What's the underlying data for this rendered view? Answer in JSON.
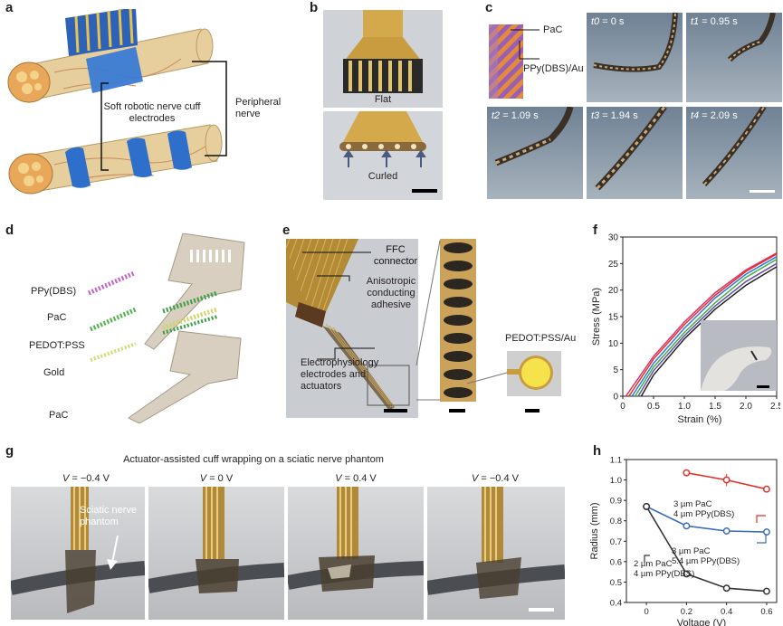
{
  "panels": {
    "a": {
      "letter": "a",
      "electrodes_label": "Soft robotic nerve cuff electrodes",
      "nerve_label": "Peripheral nerve"
    },
    "b": {
      "letter": "b",
      "flat_label": "Flat",
      "curled_label": "Curled"
    },
    "c": {
      "letter": "c",
      "pac_label": "PaC",
      "ppy_label": "PPy(DBS)/Au",
      "frames": [
        {
          "t": "t0",
          "time": " = 0 s"
        },
        {
          "t": "t1",
          "time": " = 0.95 s"
        },
        {
          "t": "t2",
          "time": " = 1.09 s"
        },
        {
          "t": "t3",
          "time": " = 1.94 s"
        },
        {
          "t": "t4",
          "time": " = 2.09 s"
        }
      ]
    },
    "d": {
      "letter": "d",
      "layers": [
        "PPy(DBS)",
        "PaC",
        "PEDOT:PSS",
        "Gold",
        "PaC"
      ]
    },
    "e": {
      "letter": "e",
      "ffc_label": "FFC connector",
      "acf_label": "Anisotropic conducting adhesive",
      "electrodes_label": "Electrophysiology electrodes and actuators",
      "pedot_label": "PEDOT:PSS/Au"
    },
    "f": {
      "letter": "f"
    },
    "g": {
      "letter": "g",
      "title": "Actuator-assisted cuff wrapping on a sciatic nerve phantom",
      "phantom_label": "Sciatic nerve phantom",
      "voltages": [
        {
          "v": "V",
          "val": " = −0.4 V"
        },
        {
          "v": "V",
          "val": " = 0 V"
        },
        {
          "v": "V",
          "val": " = 0.4 V"
        },
        {
          "v": "V",
          "val": " = −0.4 V"
        }
      ]
    },
    "h": {
      "letter": "h"
    }
  },
  "chart_data": [
    {
      "type": "line",
      "panel": "f",
      "xlabel": "Strain (%)",
      "ylabel": "Stress (MPa)",
      "xlim": [
        0,
        2.5
      ],
      "ylim": [
        0,
        30
      ],
      "xticks": [
        "0",
        "0.5",
        "1.0",
        "1.5",
        "2.0",
        "2.5"
      ],
      "yticks": [
        "0",
        "5",
        "10",
        "15",
        "20",
        "25",
        "30"
      ],
      "series": [
        {
          "color": "#d6336c",
          "x": [
            0.05,
            0.5,
            1.0,
            1.5,
            2.0,
            2.5
          ],
          "y": [
            0,
            7.5,
            14,
            19.5,
            23.8,
            27.0
          ]
        },
        {
          "color": "#e0312a",
          "x": [
            0.1,
            0.5,
            1.0,
            1.5,
            2.0,
            2.5
          ],
          "y": [
            0,
            7,
            13.5,
            19,
            23.5,
            26.8
          ]
        },
        {
          "color": "#2f7bd6",
          "x": [
            0.15,
            0.5,
            1.0,
            1.5,
            2.0,
            2.5
          ],
          "y": [
            0,
            6.2,
            12.8,
            18.5,
            23,
            26.3
          ]
        },
        {
          "color": "#3fae49",
          "x": [
            0.2,
            0.5,
            1.0,
            1.5,
            2.0,
            2.5
          ],
          "y": [
            0,
            5.5,
            12,
            17.6,
            22.4,
            25.8
          ]
        },
        {
          "color": "#6b4aa5",
          "x": [
            0.25,
            0.5,
            1.0,
            1.5,
            2.0,
            2.5
          ],
          "y": [
            0,
            4.8,
            11.4,
            17.0,
            21.6,
            25.0
          ]
        },
        {
          "color": "#222222",
          "x": [
            0.3,
            0.5,
            1.0,
            1.5,
            2.0,
            2.5
          ],
          "y": [
            0,
            4.0,
            10.8,
            16.4,
            20.9,
            24.4
          ]
        }
      ]
    },
    {
      "type": "line",
      "panel": "h",
      "xlabel": "Voltage (V)",
      "ylabel": "Radius (mm)",
      "xlim": [
        -0.1,
        0.65
      ],
      "ylim": [
        0.4,
        1.1
      ],
      "xticks": [
        "0",
        "0.2",
        "0.4",
        "0.6"
      ],
      "yticks": [
        "0.4",
        "0.5",
        "0.6",
        "0.7",
        "0.8",
        "0.9",
        "1.0",
        "1.1"
      ],
      "series": [
        {
          "name_lines": [
            "3 µm PaC",
            "4 µm PPy(DBS)"
          ],
          "color": "#e0312a",
          "x": [
            0.2,
            0.4,
            0.6
          ],
          "y": [
            1.035,
            1.0,
            0.955
          ],
          "err": [
            0,
            0.03,
            0
          ]
        },
        {
          "name_lines": [
            "3 µm PaC",
            "5.4 µm PPy(DBS)"
          ],
          "color": "#3a6db5",
          "x": [
            0,
            0.2,
            0.4,
            0.6
          ],
          "y": [
            0.87,
            0.775,
            0.75,
            0.745
          ],
          "err": [
            0.015,
            0.015,
            0.008,
            0.008
          ]
        },
        {
          "name_lines": [
            "2 µm PaC",
            "4 µm PPy(DBS)"
          ],
          "color": "#333333",
          "x": [
            0,
            0.2,
            0.4,
            0.6
          ],
          "y": [
            0.87,
            0.54,
            0.47,
            0.455
          ],
          "err": [
            0.015,
            0.01,
            0.015,
            0.01
          ]
        }
      ]
    }
  ]
}
